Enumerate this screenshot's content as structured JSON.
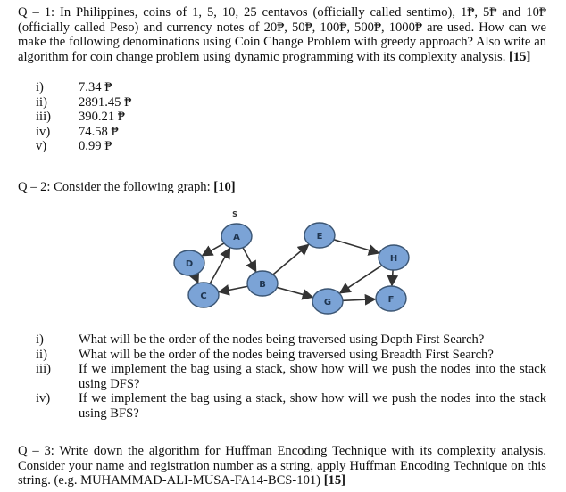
{
  "q1": {
    "text": "Q – 1: In Philippines, coins of 1, 5, 10, 25 centavos (officially called sentimo), 1₱, 5₱ and 10₱ (officially called Peso) and currency notes of 20₱, 50₱, 100₱, 500₱, 1000₱ are used. How can we make the following denominations using Coin Change Problem with greedy approach? Also write an algorithm for coin change problem using dynamic programming with its complexity analysis.",
    "marks": "[15]",
    "items": [
      {
        "num": "i)",
        "val": "7.34 ₱"
      },
      {
        "num": "ii)",
        "val": "2891.45 ₱"
      },
      {
        "num": "iii)",
        "val": "390.21 ₱"
      },
      {
        "num": "iv)",
        "val": "74.58 ₱"
      },
      {
        "num": "v)",
        "val": "0.99 ₱"
      }
    ]
  },
  "q2": {
    "text": "Q – 2: Consider the following graph:",
    "marks": "[10]",
    "graph": {
      "start_label": "S",
      "nodes": [
        "A",
        "D",
        "C",
        "B",
        "E",
        "H",
        "G",
        "F"
      ],
      "edges": [
        [
          "A",
          "D"
        ],
        [
          "D",
          "C"
        ],
        [
          "C",
          "A"
        ],
        [
          "A",
          "B"
        ],
        [
          "B",
          "C"
        ],
        [
          "B",
          "E"
        ],
        [
          "B",
          "G"
        ],
        [
          "E",
          "H"
        ],
        [
          "H",
          "G"
        ],
        [
          "H",
          "F"
        ],
        [
          "G",
          "F"
        ]
      ],
      "node_color": "#7ba3d6"
    },
    "items": [
      {
        "num": "i)",
        "val": "What will be the order of the nodes being traversed using Depth First Search?"
      },
      {
        "num": "ii)",
        "val": "What will be the order of the nodes being traversed using Breadth First Search?"
      },
      {
        "num": "iii)",
        "val": "If we implement the bag using a stack, show how will we push the nodes into the stack using DFS?"
      },
      {
        "num": "iv)",
        "val": "If we implement the bag using a stack, show how will we push the nodes into the stack using BFS?"
      }
    ]
  },
  "q3": {
    "text": "Q – 3: Write down the algorithm for Huffman Encoding Technique with its complexity analysis. Consider your name and registration number as a string, apply Huffman Encoding Technique on this string. (e.g. MUHAMMAD-ALI-MUSA-FA14-BCS-101)",
    "marks": "[15]"
  }
}
